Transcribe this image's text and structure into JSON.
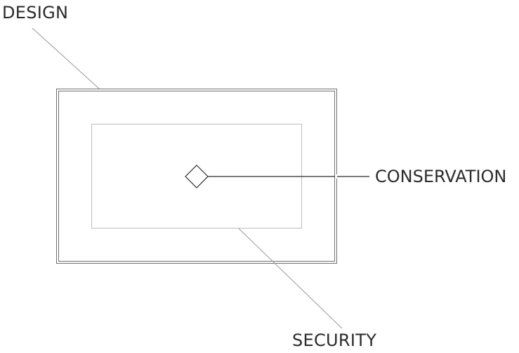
{
  "diagram": {
    "labels": {
      "design": "DESIGN",
      "conservation": "CONSERVATION",
      "security": "SECURITY"
    },
    "colors": {
      "text": "#2b2b2b",
      "outer_frame": "#707070",
      "inner_frame": "#bdbdbd",
      "leader_line": "#9a9a9a",
      "conservation_line": "#2b2b2b",
      "marker": "#2b2b2b"
    },
    "marker_shape": "diamond-icon"
  }
}
